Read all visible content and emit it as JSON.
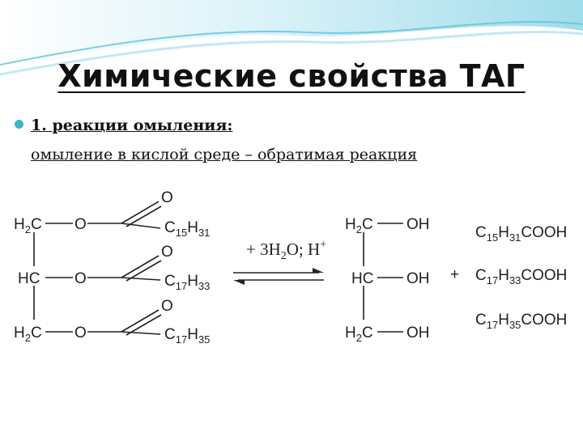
{
  "title": "Химические свойства ТАГ",
  "bullet_text": "1. реакции омыления:",
  "subtitle_text": "омыление в кислой среде – обратимая реакция",
  "colors": {
    "wave_light": "#e6f6fb",
    "wave_mid": "#a9e0ee",
    "wave_accent": "#5cc3d6",
    "bullet": "#3fb3c7"
  },
  "scheme": {
    "left": {
      "c1": "H2C",
      "c2": "HC",
      "c3": "H2C",
      "o_ester": "O",
      "o_carbonyl": "O",
      "r1": "C15H31",
      "r2": "C17H33",
      "r3": "C17H35"
    },
    "conditions": "+ 3H2O; H+",
    "right": {
      "c1": "H2C",
      "c2": "HC",
      "c3": "H2C",
      "oh": "OH"
    },
    "plus": "+",
    "acids": [
      "C15H31COOH",
      "C17H33COOH",
      "C17H35COOH"
    ]
  }
}
